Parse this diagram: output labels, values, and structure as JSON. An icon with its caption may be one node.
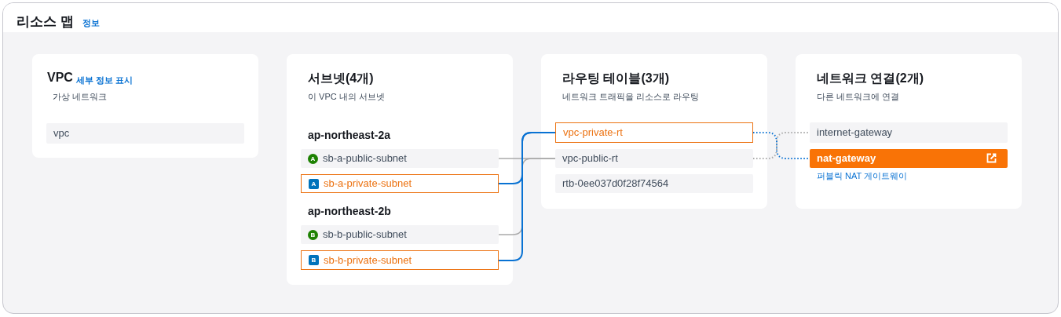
{
  "diagram": {
    "title": "리소스 맵",
    "nodes": [
      {
        "text": [
          "VPC",
          "세부 정보 표시",
          "가상 네트워크"
        ]
      },
      {
        "text": [
          "vpc"
        ],
        "in": 0
      },
      {
        "text": [
          "서브넷(4개)",
          "이 VPC 내의 서브넷",
          "ap-northeast-2a",
          "ap-northeast-2b"
        ]
      },
      {
        "text": [
          "A",
          "sb-a-public-subnet"
        ],
        "in": 2
      },
      {
        "text": [
          "A",
          "sb-a-private-subnet"
        ],
        "in": 2
      },
      {
        "text": [
          "B",
          "sb-b-public-subnet"
        ],
        "in": 2
      },
      {
        "text": [
          "B",
          "sb-b-private-subnet"
        ],
        "in": 2
      },
      {
        "text": [
          "라우팅 테이블(3개)",
          "네트워크 트래픽을 리소스로 라우팅"
        ]
      },
      {
        "text": [
          "vpc-private-rt"
        ],
        "in": 7
      },
      {
        "text": [
          "vpc-public-rt"
        ],
        "in": 7
      },
      {
        "text": [
          "rtb-0ee037d0f28f74564"
        ],
        "in": 7
      },
      {
        "text": [
          "네트워크 연결(2개)",
          "다른 네트워크에 연결"
        ]
      },
      {
        "text": [
          "internet-gateway"
        ],
        "in": 11
      },
      {
        "text": [
          "nat-gateway"
        ],
        "in": 11,
        "beside": [
          "퍼블릭 NAT 게이트웨이"
        ]
      }
    ],
    "edges": [
      {
        "from": 3,
        "to": 9,
        "arrow": "none",
        "color": "#aaaaaa"
      },
      {
        "from": 4,
        "to": 8,
        "arrow": "none",
        "color": "#0972d3"
      },
      {
        "from": 5,
        "to": 9,
        "arrow": "none",
        "color": "#aaaaaa"
      },
      {
        "from": 6,
        "to": 8,
        "arrow": "none",
        "color": "#0972d3"
      },
      {
        "from": 8,
        "to": 13,
        "arrow": "none",
        "style": "dashed",
        "color": "#0972d3"
      },
      {
        "from": 9,
        "to": 12,
        "arrow": "none",
        "style": "dashed",
        "color": "#aaaaaa"
      }
    ],
    "labels": [
      "정보"
    ]
  }
}
